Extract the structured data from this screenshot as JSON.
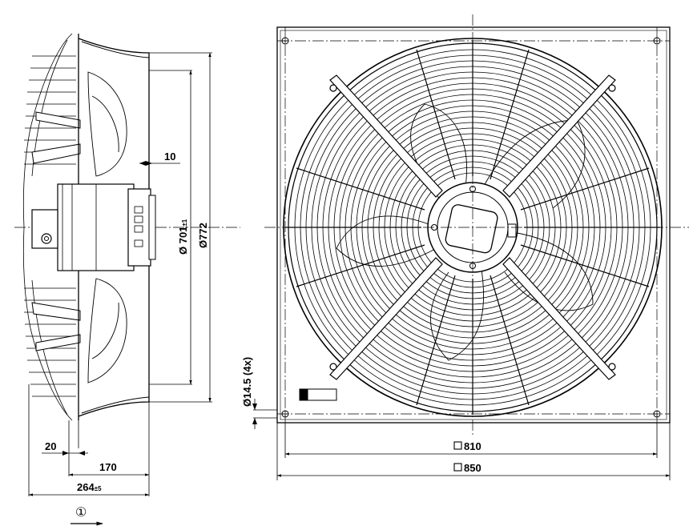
{
  "dimensions": {
    "side_flange": "10",
    "dia_nozzle_prefix": "Ø 701",
    "dia_nozzle_tol": "±1",
    "dia_outer": "Ø772",
    "base_offset": "20",
    "depth_nozzle": "170",
    "depth_total": "264",
    "depth_total_tol": "±5",
    "hole_dia": "Ø14.5 (4x)",
    "square_inner": "810",
    "square_outer": "850"
  },
  "annotations": {
    "airflow_marker": "①"
  }
}
